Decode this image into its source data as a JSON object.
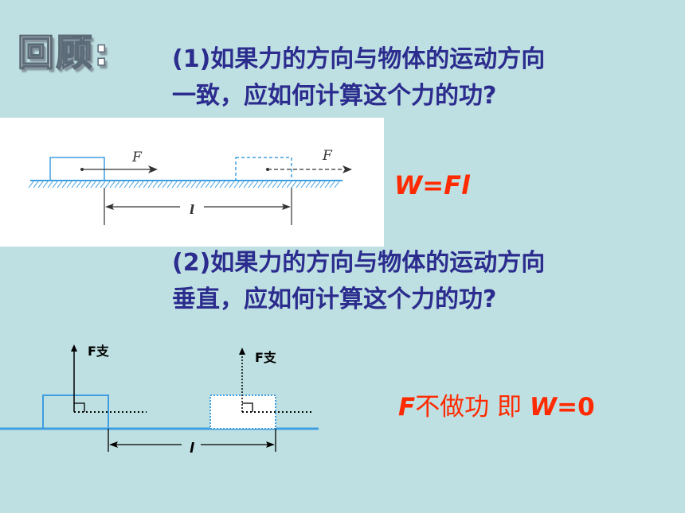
{
  "slide": {
    "title": "回顾:",
    "question1": {
      "line1": "(1)如果力的方向与物体的运动方向",
      "line2": "一致，应如何计算这个力的功?"
    },
    "question2": {
      "line1": "(2)如果力的方向与物体的运动方向",
      "line2": "垂直，应如何计算这个力的功?"
    },
    "formula1": "W=Fl",
    "result2": {
      "part1": "F",
      "part2": "不做功 即 ",
      "part3": "W",
      "part4": "=0"
    }
  },
  "diagram1": {
    "force_label_1": "F",
    "force_label_2": "F",
    "distance_label": "l"
  },
  "diagram2": {
    "support_label_1": "F支",
    "support_label_2": "F支",
    "distance_label": "l"
  },
  "colors": {
    "background": "#bfe0e2",
    "question_text": "#2b2c8e",
    "answer_text": "#ff2a00",
    "diagram_blue": "#3f9ee0"
  }
}
